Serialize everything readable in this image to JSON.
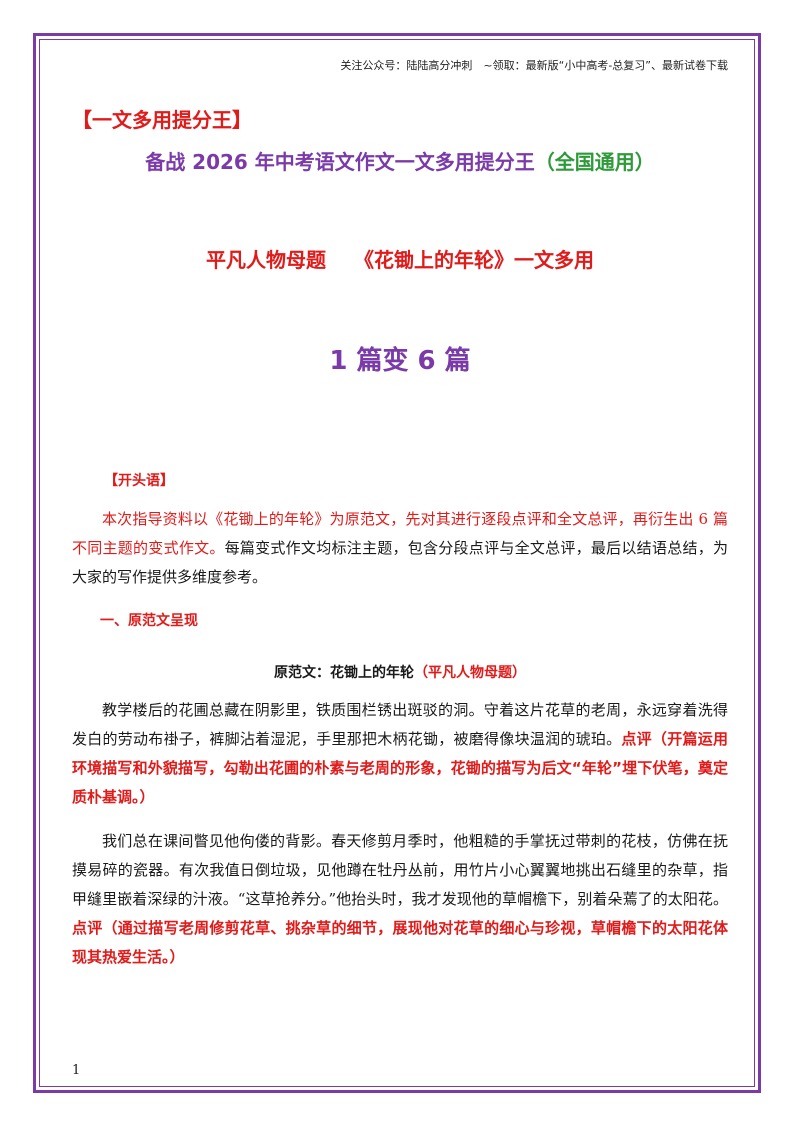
{
  "header": {
    "text": "关注公众号：陆陆高分冲刺　~领取：最新版“小中高考-总复习”、最新试卷下载"
  },
  "tag_title": "【一文多用提分王】",
  "main_title": {
    "part1": "备战 2026 年中考语文作文一文多用提分王",
    "part2": "（全国通用）"
  },
  "subtitle": {
    "part1": "平凡人物母题",
    "part2": "《花锄上的年轮》一文多用"
  },
  "big_title": "1 篇变 6 篇",
  "intro": {
    "heading": "【开头语】",
    "red_text": "本次指导资料以《花锄上的年轮》为原范文，先对其进行逐段点评和全文总评，再衍生出 6 篇不同主题的变式作文。",
    "black_text": "每篇变式作文均标注主题，包含分段点评与全文总评，最后以结语总结，为大家的写作提供多维度参考。"
  },
  "section1": {
    "heading": "一、原范文呈现"
  },
  "essay": {
    "title": "原范文：花锄上的年轮",
    "theme": "（平凡人物母题）",
    "p1_text": "教学楼后的花圃总藏在阴影里，铁质围栏锈出斑驳的洞。守着这片花草的老周，永远穿着洗得发白的劳动布褂子，裤脚沾着湿泥，手里那把木柄花锄，被磨得像块温润的琥珀。",
    "p1_comment": "点评（开篇运用环境描写和外貌描写，勾勒出花圃的朴素与老周的形象，花锄的描写为后文“年轮”埋下伏笔，奠定质朴基调。）",
    "p2_text": "我们总在课间瞥见他佝偻的背影。春天修剪月季时，他粗糙的手掌抚过带刺的花枝，仿佛在抚摸易碎的瓷器。有次我值日倒垃圾，见他蹲在牡丹丛前，用竹片小心翼翼地挑出石缝里的杂草，指甲缝里嵌着深绿的汁液。“这草抢养分。”他抬头时，我才发现他的草帽檐下，别着朵蔫了的太阳花。",
    "p2_comment": "点评（通过描写老周修剪花草、挑杂草的细节，展现他对花草的细心与珍视，草帽檐下的太阳花体现其热爱生活。）"
  },
  "page_number": "1"
}
